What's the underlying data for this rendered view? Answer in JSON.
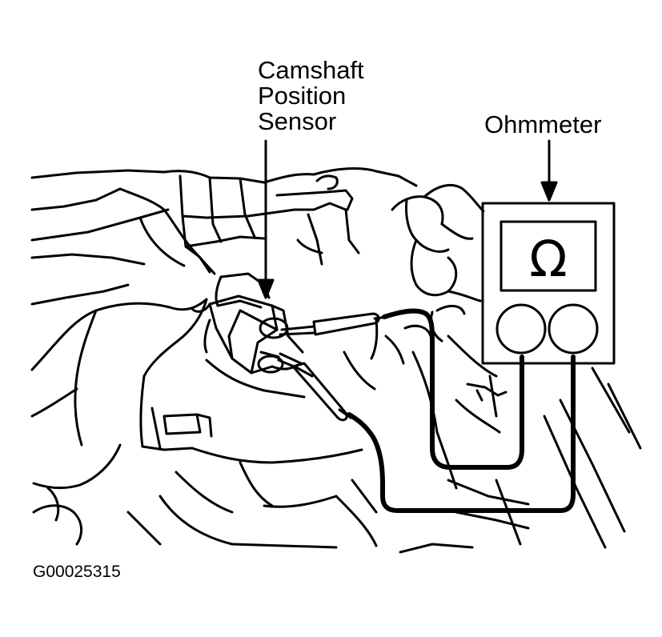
{
  "callouts": {
    "camshaft_sensor": [
      "Camshaft",
      "Position",
      "Sensor"
    ],
    "ohmmeter": "Ohmmeter"
  },
  "meter": {
    "symbol": "Ω"
  },
  "figure_id": "G00025315",
  "colors": {
    "ink": "#000000",
    "paper": "#ffffff"
  }
}
